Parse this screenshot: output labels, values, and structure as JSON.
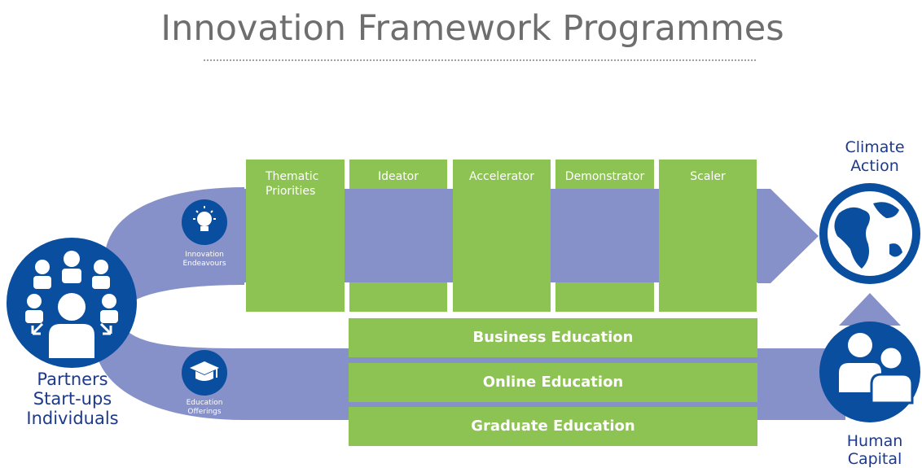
{
  "title": "Innovation Framework Programmes",
  "stages": [
    "Thematic Priorities",
    "Ideator",
    "Accelerator",
    "Demonstrator",
    "Scaler"
  ],
  "education": [
    "Business Education",
    "Online Education",
    "Graduate Education"
  ],
  "left_label": [
    "Partners",
    "Start-ups",
    "Individuals"
  ],
  "innovation_label": [
    "Innovation",
    "Endeavours"
  ],
  "education_offering_label": [
    "Education",
    "Offerings"
  ],
  "right_top_label": [
    "Climate",
    "Action"
  ],
  "right_bottom_label": [
    "Human",
    "Capital"
  ],
  "colors": {
    "green": "#8dc352",
    "band": "#8791c9",
    "blue": "#0a4ea0",
    "title": "#6e6e6e"
  },
  "icons": [
    "people-network-icon",
    "lightbulb-icon",
    "graduation-cap-icon",
    "globe-icon",
    "two-people-icon"
  ]
}
